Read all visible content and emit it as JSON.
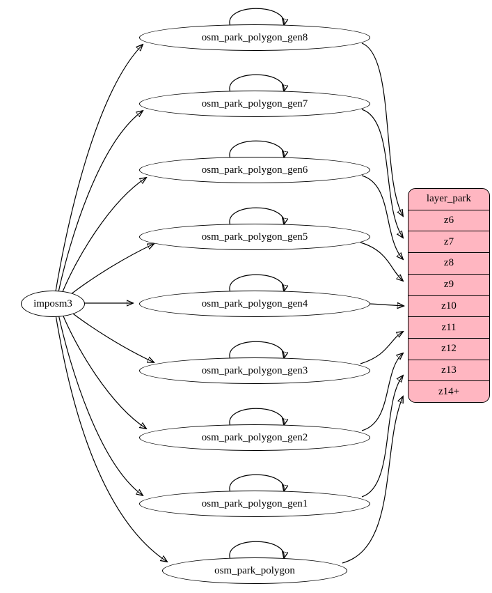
{
  "diagram": {
    "source_node": {
      "label": "imposm3"
    },
    "transform_nodes": [
      {
        "id": "gen8",
        "label": "osm_park_polygon_gen8"
      },
      {
        "id": "gen7",
        "label": "osm_park_polygon_gen7"
      },
      {
        "id": "gen6",
        "label": "osm_park_polygon_gen6"
      },
      {
        "id": "gen5",
        "label": "osm_park_polygon_gen5"
      },
      {
        "id": "gen4",
        "label": "osm_park_polygon_gen4"
      },
      {
        "id": "gen3",
        "label": "osm_park_polygon_gen3"
      },
      {
        "id": "gen2",
        "label": "osm_park_polygon_gen2"
      },
      {
        "id": "gen1",
        "label": "osm_park_polygon_gen1"
      },
      {
        "id": "base",
        "label": "osm_park_polygon"
      }
    ],
    "layer_table": {
      "title": "layer_park",
      "rows": [
        "z6",
        "z7",
        "z8",
        "z9",
        "z10",
        "z11",
        "z12",
        "z13",
        "z14+"
      ],
      "fill_color": "#ffb6c1",
      "border_color": "#000000"
    },
    "edges": [
      {
        "from": "imposm3",
        "to": "osm_park_polygon_gen8"
      },
      {
        "from": "imposm3",
        "to": "osm_park_polygon_gen7"
      },
      {
        "from": "imposm3",
        "to": "osm_park_polygon_gen6"
      },
      {
        "from": "imposm3",
        "to": "osm_park_polygon_gen5"
      },
      {
        "from": "imposm3",
        "to": "osm_park_polygon_gen4"
      },
      {
        "from": "imposm3",
        "to": "osm_park_polygon_gen3"
      },
      {
        "from": "imposm3",
        "to": "osm_park_polygon_gen2"
      },
      {
        "from": "imposm3",
        "to": "osm_park_polygon_gen1"
      },
      {
        "from": "imposm3",
        "to": "osm_park_polygon"
      },
      {
        "from": "osm_park_polygon_gen8",
        "to": "osm_park_polygon_gen8"
      },
      {
        "from": "osm_park_polygon_gen7",
        "to": "osm_park_polygon_gen7"
      },
      {
        "from": "osm_park_polygon_gen6",
        "to": "osm_park_polygon_gen6"
      },
      {
        "from": "osm_park_polygon_gen5",
        "to": "osm_park_polygon_gen5"
      },
      {
        "from": "osm_park_polygon_gen4",
        "to": "osm_park_polygon_gen4"
      },
      {
        "from": "osm_park_polygon_gen3",
        "to": "osm_park_polygon_gen3"
      },
      {
        "from": "osm_park_polygon_gen2",
        "to": "osm_park_polygon_gen2"
      },
      {
        "from": "osm_park_polygon_gen1",
        "to": "osm_park_polygon_gen1"
      },
      {
        "from": "osm_park_polygon",
        "to": "osm_park_polygon"
      },
      {
        "from": "osm_park_polygon_gen8",
        "to": "z6"
      },
      {
        "from": "osm_park_polygon_gen7",
        "to": "z7"
      },
      {
        "from": "osm_park_polygon_gen6",
        "to": "z8"
      },
      {
        "from": "osm_park_polygon_gen5",
        "to": "z9"
      },
      {
        "from": "osm_park_polygon_gen4",
        "to": "z10"
      },
      {
        "from": "osm_park_polygon_gen3",
        "to": "z11"
      },
      {
        "from": "osm_park_polygon_gen2",
        "to": "z12"
      },
      {
        "from": "osm_park_polygon_gen1",
        "to": "z13"
      },
      {
        "from": "osm_park_polygon",
        "to": "z14+"
      }
    ]
  }
}
